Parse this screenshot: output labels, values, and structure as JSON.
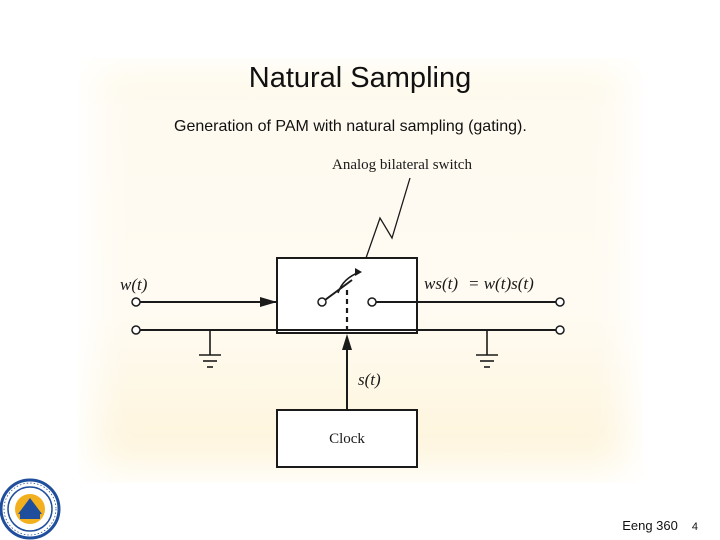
{
  "slide": {
    "title": "Natural Sampling",
    "subtitle": "Generation of PAM with natural sampling (gating).",
    "course": "Eeng 360",
    "page_number": "4"
  },
  "diagram": {
    "switch_label": "Analog bilateral switch",
    "input_label": "w(t)",
    "output_label_lhs": "ws(t)",
    "output_label_rhs": "= w(t)s(t)",
    "control_label": "s(t)",
    "clock_label": "Clock"
  },
  "colors": {
    "ink": "#1a1a1a",
    "panel": "#fffaf0",
    "logo_blue": "#1f4e9c",
    "logo_gold": "#f2b01e"
  },
  "icons": [
    "ground-icon",
    "switch-icon",
    "university-logo-icon"
  ]
}
